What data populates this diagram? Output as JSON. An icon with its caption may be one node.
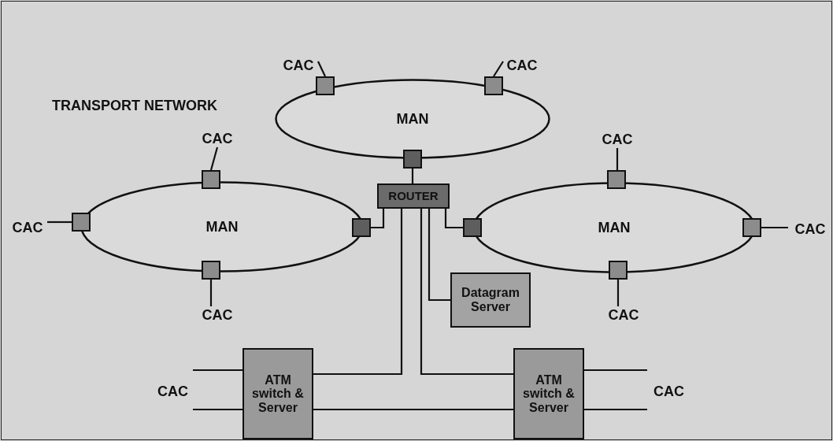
{
  "diagram": {
    "nodes": [
      {
        "text": [
          "MAN"
        ]
      },
      {
        "text": [
          "CAC"
        ]
      },
      {
        "text": [
          "CAC"
        ]
      },
      {
        "text": [],
        "shape": "box"
      },
      {
        "text": [],
        "shape": "box"
      },
      {
        "text": [],
        "shape": "box"
      },
      {
        "text": [
          "MAN"
        ]
      },
      {
        "text": [
          "CAC"
        ]
      },
      {
        "text": [],
        "shape": "box"
      },
      {
        "text": [
          "CAC"
        ]
      },
      {
        "text": [],
        "shape": "box"
      },
      {
        "text": [],
        "shape": "box"
      },
      {
        "text": [],
        "shape": "box"
      },
      {
        "text": [
          "CAC"
        ]
      },
      {
        "text": [
          "ROUTER"
        ]
      },
      {
        "text": [
          "MAN"
        ]
      },
      {
        "text": [
          "CAC"
        ]
      },
      {
        "text": [],
        "shape": "box"
      },
      {
        "text": [],
        "shape": "box"
      },
      {
        "text": [],
        "shape": "box"
      },
      {
        "text": [
          "CAC"
        ]
      },
      {
        "text": [],
        "shape": "box"
      },
      {
        "text": [
          "CAC"
        ]
      },
      {
        "text": [
          "Datagram Server"
        ]
      },
      {
        "text": [
          "ATM switch & Server"
        ]
      },
      {
        "text": [
          "ATM switch & Server"
        ]
      }
    ],
    "edges": [
      {
        "from": 1,
        "to": 3,
        "arrow": "none"
      },
      {
        "from": 2,
        "to": 4,
        "arrow": "none"
      },
      {
        "from": 7,
        "to": 8,
        "arrow": "none"
      },
      {
        "from": 9,
        "to": 10,
        "arrow": "none"
      },
      {
        "from": 12,
        "to": 13,
        "arrow": "none"
      },
      {
        "from": 16,
        "to": 17,
        "arrow": "none"
      },
      {
        "from": 19,
        "to": 20,
        "arrow": "none"
      },
      {
        "from": 21,
        "to": 22,
        "arrow": "none"
      },
      {
        "from": 5,
        "to": 14,
        "arrow": "none"
      },
      {
        "from": 11,
        "to": 14,
        "arrow": "none"
      },
      {
        "from": 18,
        "to": 14,
        "arrow": "none"
      },
      {
        "from": 14,
        "to": 23,
        "arrow": "none"
      },
      {
        "from": 14,
        "to": 24,
        "arrow": "none"
      },
      {
        "from": 14,
        "to": 25,
        "arrow": "none"
      },
      {
        "from": 24,
        "to": 25,
        "arrow": "none"
      },
      {
        "from": 24,
        "to": null,
        "arrow": "none"
      },
      {
        "from": 24,
        "to": null,
        "arrow": "none"
      },
      {
        "from": 25,
        "to": null,
        "arrow": "none"
      },
      {
        "from": 25,
        "to": null,
        "arrow": "none"
      }
    ],
    "labels": [
      "TRANSPORT NETWORK",
      "CAC",
      "CAC"
    ]
  }
}
